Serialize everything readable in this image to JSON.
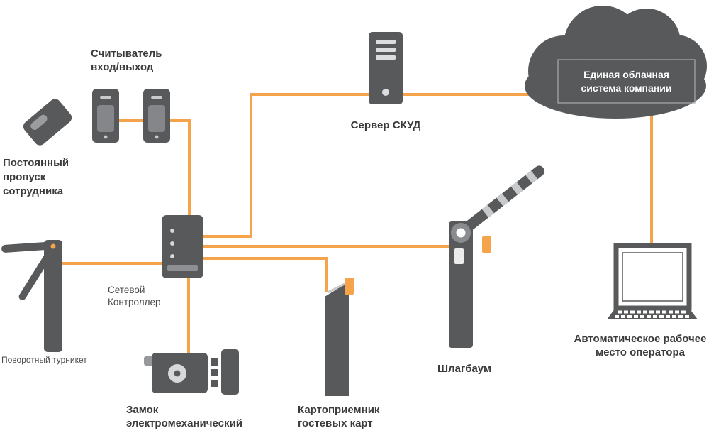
{
  "colors": {
    "accent_orange": "#F5A44B",
    "device_gray": "#58595B",
    "label_text": "#3B3B3B",
    "cloud_text": "#FFFFFF",
    "background": "#FFFFFF"
  },
  "nodes": {
    "readers": {
      "lines": [
        "Считыватель",
        "вход/выход"
      ]
    },
    "pass": {
      "lines": [
        "Постоянный",
        "пропуск",
        "сотрудника"
      ]
    },
    "server": {
      "lines": [
        "Сервер СКУД"
      ]
    },
    "cloud": {
      "lines": [
        "Единая облачная",
        "система компании"
      ]
    },
    "controller": {
      "lines": [
        "Сетевой",
        "Контроллер"
      ]
    },
    "turnstile": {
      "lines": [
        "Поворотный турникет"
      ]
    },
    "lock": {
      "lines": [
        "Замок",
        "электромеханический"
      ]
    },
    "card_receiver": {
      "lines": [
        "Картоприемник",
        "гостевых карт"
      ]
    },
    "barrier": {
      "lines": [
        "Шлагбаум"
      ]
    },
    "workstation": {
      "lines": [
        "Автоматическое рабочее",
        "место оператора"
      ]
    }
  },
  "connections": [
    {
      "from": "readers",
      "to": "controller"
    },
    {
      "from": "controller",
      "to": "server"
    },
    {
      "from": "server",
      "to": "cloud"
    },
    {
      "from": "cloud",
      "to": "workstation"
    },
    {
      "from": "controller",
      "to": "barrier"
    },
    {
      "from": "controller",
      "to": "card_receiver"
    },
    {
      "from": "controller",
      "to": "lock"
    },
    {
      "from": "turnstile",
      "to": "controller"
    }
  ]
}
